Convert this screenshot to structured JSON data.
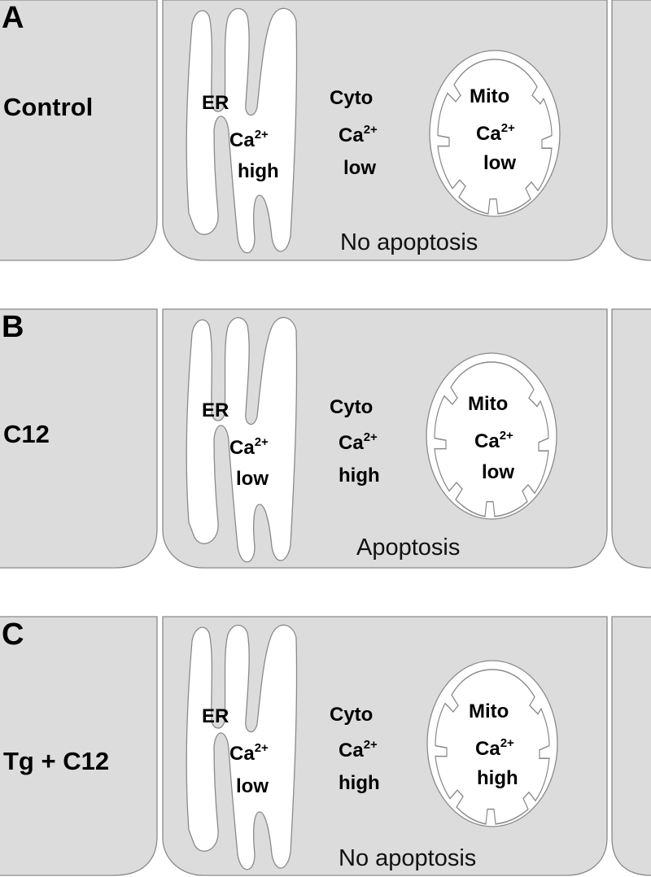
{
  "panels": [
    {
      "letter": "A",
      "condition": "Control",
      "er": {
        "label": "ER",
        "ion": "Ca",
        "charge": "2+",
        "level": "high"
      },
      "cyto": {
        "label": "Cyto",
        "ion": "Ca",
        "charge": "2+",
        "level": "low"
      },
      "mito": {
        "label": "Mito",
        "ion": "Ca",
        "charge": "2+",
        "level": "low"
      },
      "outcome": "No apoptosis"
    },
    {
      "letter": "B",
      "condition": "C12",
      "er": {
        "label": "ER",
        "ion": "Ca",
        "charge": "2+",
        "level": "low"
      },
      "cyto": {
        "label": "Cyto",
        "ion": "Ca",
        "charge": "2+",
        "level": "high"
      },
      "mito": {
        "label": "Mito",
        "ion": "Ca",
        "charge": "2+",
        "level": "low"
      },
      "outcome": "Apoptosis"
    },
    {
      "letter": "C",
      "condition": "Tg + C12",
      "er": {
        "label": "ER",
        "ion": "Ca",
        "charge": "2+",
        "level": "low"
      },
      "cyto": {
        "label": "Cyto",
        "ion": "Ca",
        "charge": "2+",
        "level": "high"
      },
      "mito": {
        "label": "Mito",
        "ion": "Ca",
        "charge": "2+",
        "level": "high"
      },
      "outcome": "No apoptosis"
    }
  ],
  "colors": {
    "cytoplasm": "#dcdcdc",
    "outline": "#8a8a8a",
    "organelle": "#ffffff"
  }
}
